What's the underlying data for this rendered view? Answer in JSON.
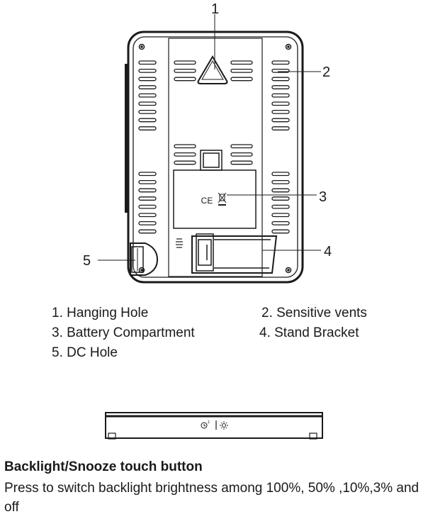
{
  "callouts": {
    "n1": "1",
    "n2": "2",
    "n3": "3",
    "n4": "4",
    "n5": "5"
  },
  "battery_marks": "CE",
  "legend": {
    "item1": "1. Hanging Hole",
    "item2": "2. Sensitive vents",
    "item3": "3. Battery Compartment",
    "item4": "4. Stand Bracket",
    "item5": "5. DC Hole"
  },
  "button_section": {
    "heading": "Backlight/Snooze touch button",
    "description": "Press to switch backlight brightness among 100%, 50% ,10%,3% and off",
    "snooze_mark": "z",
    "icons": [
      "snooze-icon",
      "backlight-sun-icon"
    ]
  }
}
